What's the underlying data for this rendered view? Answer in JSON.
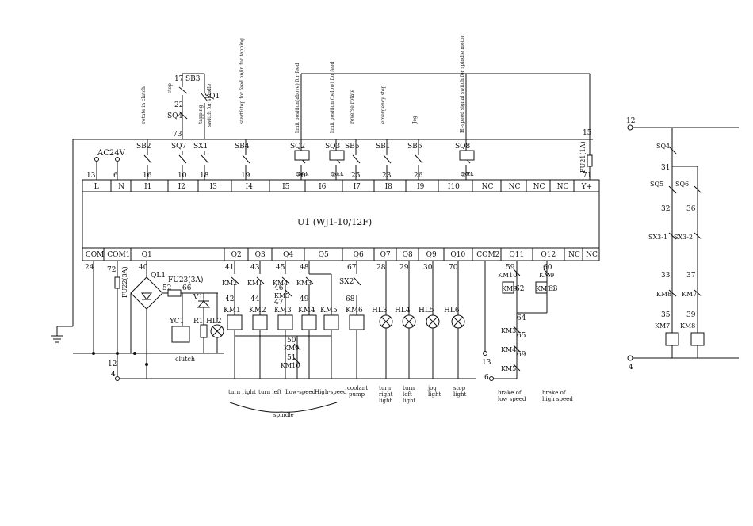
{
  "plc": {
    "title": "U1 (WJ1-10/12F)",
    "input_terminals": [
      "L",
      "N",
      "I1",
      "I2",
      "I3",
      "I4",
      "I5",
      "I6",
      "I7",
      "I8",
      "I9",
      "I10",
      "NC",
      "NC",
      "NC",
      "NC",
      "Y+"
    ],
    "output_terminals": [
      "COM",
      "COM1",
      "Q1",
      "Q2",
      "Q3",
      "Q4",
      "Q5",
      "Q6",
      "Q7",
      "Q8",
      "Q9",
      "Q10",
      "COM2",
      "Q11",
      "Q12",
      "NC",
      "NC"
    ]
  },
  "supply": {
    "label": "AC24V",
    "node_13": "13",
    "node_6": "6"
  },
  "input_switches": [
    {
      "name": "SB2",
      "wire": "16",
      "note": "rotate in clutch"
    },
    {
      "name": "SQ7",
      "wire": "10",
      "note": ""
    },
    {
      "name": "SX1",
      "wire": "18",
      "note": "tapping"
    },
    {
      "name": "SB4",
      "wire": "19",
      "note": "start/stop for feed on/in for tapping"
    },
    {
      "name": "SQ2",
      "wire": "20",
      "note": "limit position(above) for feed"
    },
    {
      "name": "SQ3",
      "wire": "21",
      "note": "limit position (below) for feed"
    },
    {
      "name": "SB5",
      "wire": "25",
      "note": "reverse rotate"
    },
    {
      "name": "SB1",
      "wire": "23",
      "note": "emergency stop"
    },
    {
      "name": "SB6",
      "wire": "26",
      "note": "Jog"
    },
    {
      "name": "SQ8",
      "wire": "27",
      "note": "Hi-speed signal switch for spindle motor"
    }
  ],
  "upper_branch": {
    "sb3": "SB3",
    "sq4": "SQ4",
    "sq1": "SQ1",
    "n17": "17",
    "n22": "22",
    "n73": "73",
    "stop": "stop",
    "sq1_note": "switch for spindle"
  },
  "block_label": "block",
  "fuse_top": {
    "name": "FU21(1A)",
    "n15": "15",
    "n71": "71"
  },
  "output_section": {
    "n24": "24",
    "n72": "72",
    "n40": "40",
    "n52": "52",
    "n66": "66",
    "fu22": "FU22(3A)",
    "fu23": "FU23(3A)",
    "ql1": "QL1",
    "v1": "V1",
    "r1": "R1",
    "yc1": "YC1",
    "hl2": "HL2",
    "clutch": "clutch",
    "wires_top": [
      "41",
      "43",
      "45",
      "48",
      "67",
      "28",
      "29",
      "30",
      "70"
    ],
    "km_contacts": [
      "KM2",
      "KM1",
      "KM4",
      "KM3"
    ],
    "km5_contact": "KM5",
    "wires_mid": [
      "42",
      "44",
      "46",
      "49",
      "68"
    ],
    "n47": "47",
    "coils": [
      "KM1",
      "KM2",
      "KM3",
      "KM4",
      "KM5",
      "KM6"
    ],
    "sx2": "SX2",
    "lamps": [
      "HL3",
      "HL4",
      "HL5",
      "HL6"
    ],
    "n50": "50",
    "n51": "51",
    "km9": "KM9",
    "km10": "KM10",
    "n12": "12",
    "n4": "4",
    "n13b": "13",
    "n6b": "6"
  },
  "q11_q12": {
    "n59": "59",
    "n60": "60",
    "km10": "KM10",
    "km9": "KM9",
    "coil_left": "KM9",
    "coil_right": "KM10",
    "n62": "62",
    "n63": "63",
    "n64": "64",
    "n65": "65",
    "n69": "69",
    "chain": [
      "KM3",
      "KM4",
      "KM5"
    ]
  },
  "captions": {
    "turn_right": "turn right",
    "turn_left": "turn left",
    "low": "Low-speed",
    "high": "High-speed",
    "spindle": "spindle",
    "coolant": "coolant pump",
    "tr_light": "turn right light",
    "tl_light": "turn left light",
    "jog_light": "jog light",
    "stop_light": "stop light",
    "brake_low": "brake of low speed",
    "brake_high": "brake of high speed"
  },
  "side_circuit": {
    "n12": "12",
    "n4": "4",
    "sq4": "SQ4",
    "n31": "31",
    "sq5": "SQ5",
    "sq6": "SQ6",
    "n32": "32",
    "n36": "36",
    "sx31": "SX3-1",
    "sx32": "SX3-2",
    "n33": "33",
    "n37": "37",
    "km8": "KM8",
    "km7": "KM7",
    "n35": "35",
    "n39": "39",
    "coil_left": "KM7",
    "coil_right": "KM8"
  },
  "colors": {
    "line": "#111111",
    "background": "#ffffff"
  }
}
